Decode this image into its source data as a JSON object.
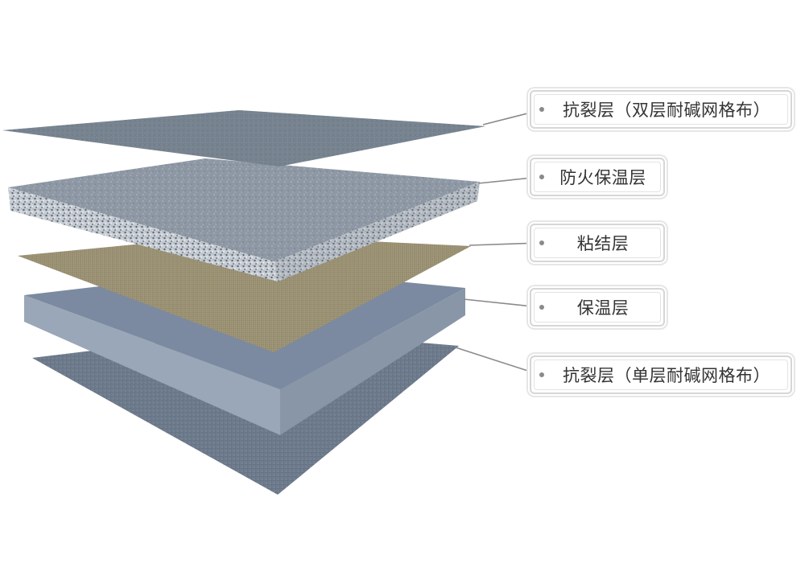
{
  "labels": [
    {
      "text": "抗裂层（双层耐碱网格布）"
    },
    {
      "text": "防火保温层"
    },
    {
      "text": "粘结层"
    },
    {
      "text": "保温层"
    },
    {
      "text": "抗裂层（单层耐碱网格布）"
    }
  ],
  "colors": {
    "mesh_top": "#7f8b99",
    "fire_insulation_top": "#8d97a3",
    "fire_insulation_edge": "#c9ced4",
    "bonding_layer": "#9a9173",
    "insulation_top": "#7b8aa0",
    "insulation_side": "#9aa7b8",
    "mesh_bottom": "#6f7d8e",
    "leader_line": "#8a8a8a"
  }
}
